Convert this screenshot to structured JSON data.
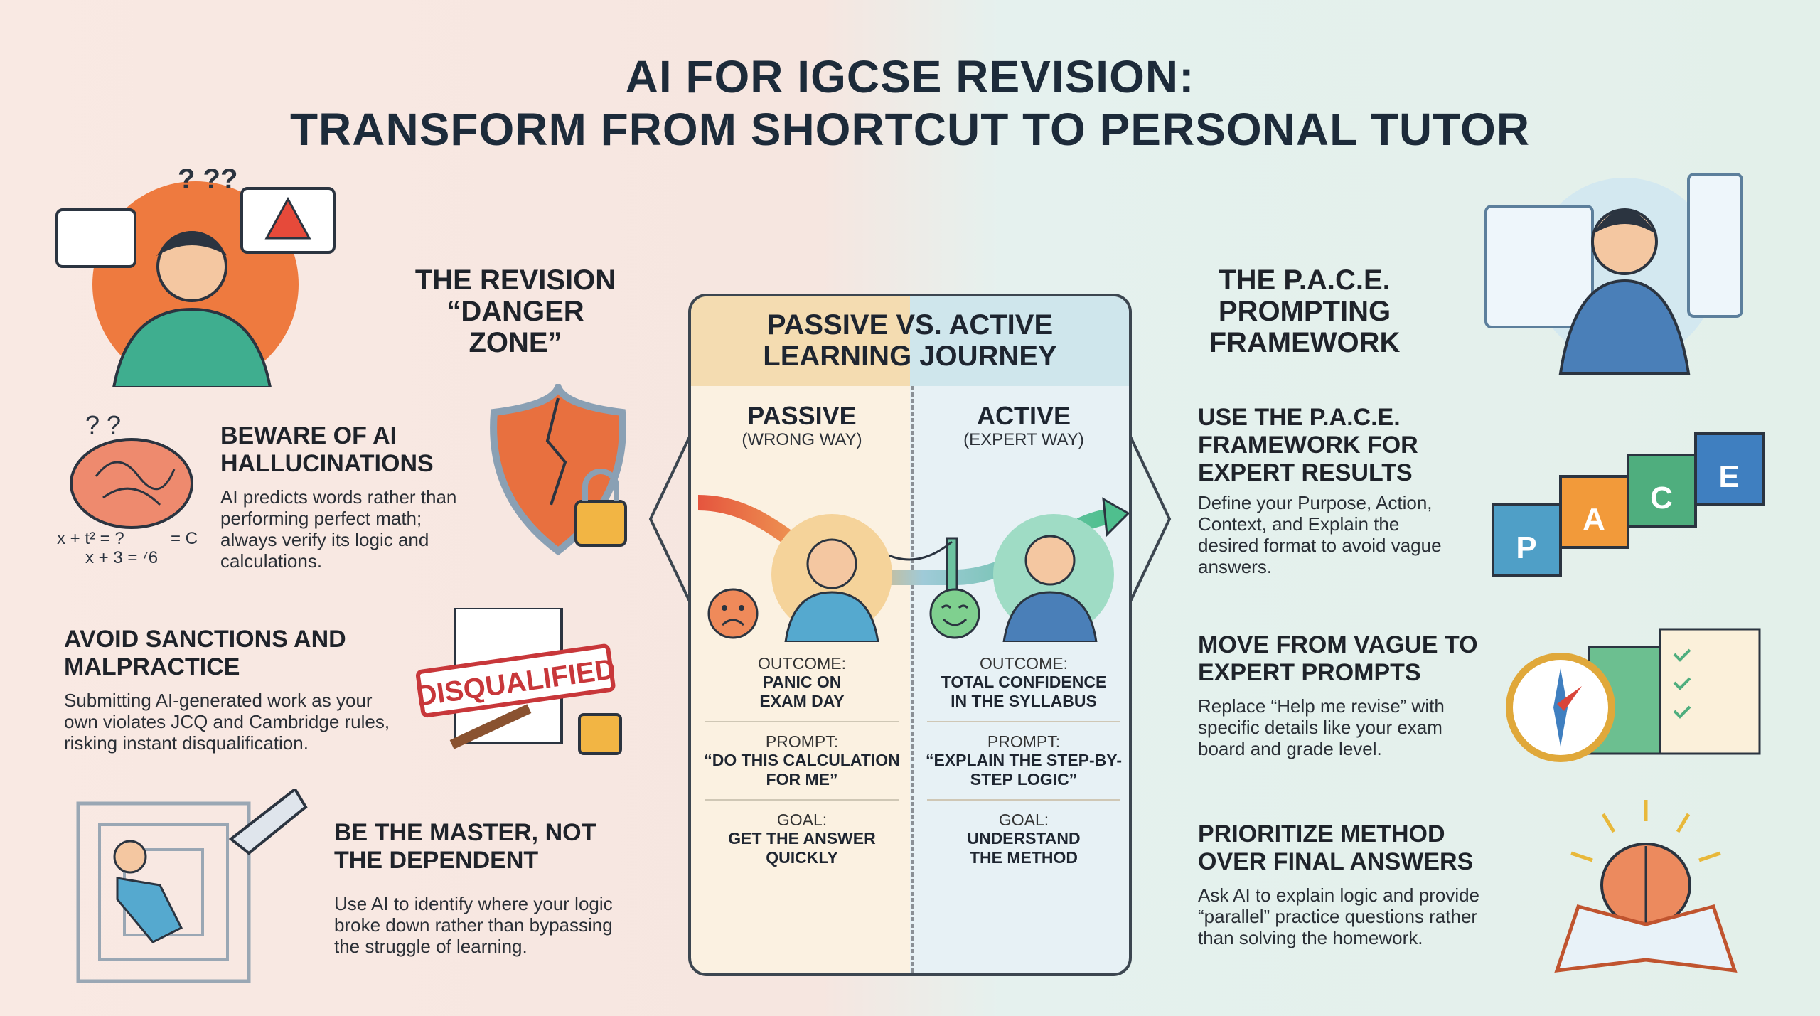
{
  "title": {
    "line1": "AI FOR IGCSE REVISION:",
    "line2": "TRANSFORM FROM SHORTCUT TO PERSONAL TUTOR"
  },
  "colors": {
    "left_bg": "#f8e7e1",
    "right_bg": "#e4f0eb",
    "passive": "#f4dcb1",
    "active": "#cfe6ec",
    "text": "#1d2b3a"
  },
  "danger_zone": {
    "title_line1": "THE REVISION",
    "title_line2": "“DANGER ZONE”",
    "items": [
      {
        "heading": "BEWARE OF AI HALLUCINATIONS",
        "body": "AI predicts words rather than performing perfect math; always verify its logic and calculations.",
        "icon": "tangled-brain-icon",
        "math1": "x + t² = ?",
        "math2": "x + 3 = ⁷6",
        "math3": "= C"
      },
      {
        "heading": "AVOID SANCTIONS AND MALPRACTICE",
        "body": "Submitting AI-generated work as your own violates JCQ and Cambridge rules, risking instant disqualification.",
        "icon": "disqualified-stamp-icon",
        "stamp": "DISQUALIFIED"
      },
      {
        "heading": "BE THE MASTER, NOT THE DEPENDENT",
        "body": "Use AI to identify where your logic broke down rather than bypassing the struggle of learning.",
        "icon": "maze-robot-hand-icon"
      }
    ]
  },
  "journey": {
    "title_line1": "PASSIVE VS. ACTIVE",
    "title_line2": "LEARNING JOURNEY",
    "passive": {
      "label": "PASSIVE",
      "sub": "(WRONG WAY)",
      "outcome_label": "OUTCOME:",
      "outcome": "PANIC ON EXAM DAY",
      "prompt_label": "PROMPT:",
      "prompt": "“DO THIS CALCULATION FOR ME”",
      "goal_label": "GOAL:",
      "goal": "GET THE ANSWER QUICKLY"
    },
    "active": {
      "label": "ACTIVE",
      "sub": "(EXPERT WAY)",
      "outcome_label": "OUTCOME:",
      "outcome": "TOTAL CONFIDENCE IN THE SYLLABUS",
      "prompt_label": "PROMPT:",
      "prompt": "“EXPLAIN THE STEP-BY-STEP LOGIC”",
      "goal_label": "GOAL:",
      "goal": "UNDERSTAND THE METHOD"
    }
  },
  "pace": {
    "title_line1": "THE P.A.C.E.",
    "title_line2": "PROMPTING",
    "title_line3": "FRAMEWORK",
    "cubes": [
      "P",
      "A",
      "C",
      "E"
    ],
    "items": [
      {
        "heading": "USE THE P.A.C.E. FRAMEWORK FOR EXPERT RESULTS",
        "body": "Define your Purpose, Action, Context, and Explain the desired format to avoid vague answers.",
        "icon": "pace-cubes-icon"
      },
      {
        "heading": "MOVE FROM VAGUE TO EXPERT PROMPTS",
        "body": "Replace “Help me revise” with specific details like your exam board and grade level.",
        "icon": "compass-map-checklist-icon"
      },
      {
        "heading": "PRIORITIZE METHOD OVER FINAL ANSWERS",
        "body": "Ask AI to explain logic and provide “parallel” practice questions rather than solving the homework.",
        "icon": "brain-book-icon"
      }
    ]
  }
}
